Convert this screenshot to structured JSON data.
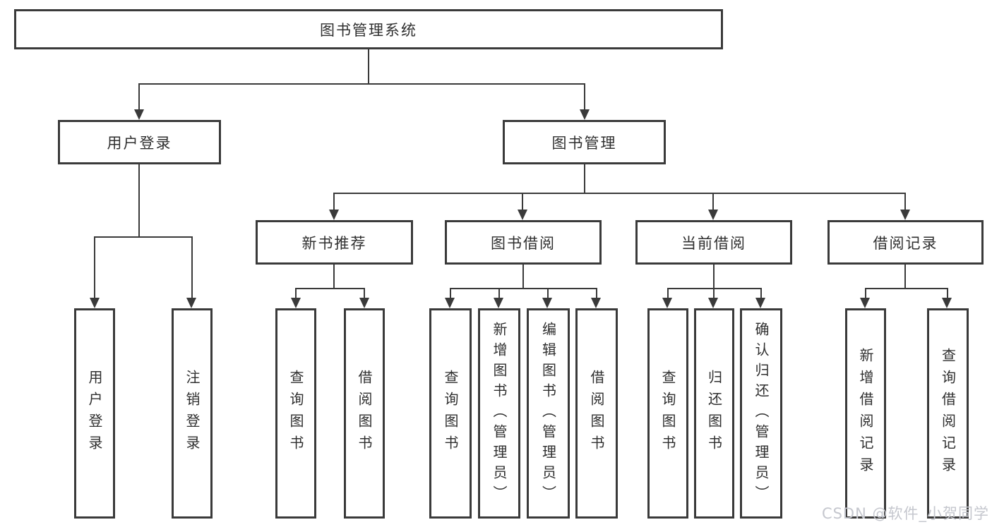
{
  "diagram": {
    "title": "图书管理系统",
    "nodes": {
      "root": "图书管理系统",
      "level2": [
        "用户登录",
        "图书管理"
      ],
      "level3": [
        "新书推荐",
        "图书借阅",
        "当前借阅",
        "借阅记录"
      ],
      "leaves_user": [
        "用户登录",
        "注销登录"
      ],
      "leaves_recommend": [
        "查询图书",
        "借阅图书"
      ],
      "leaves_borrow": [
        "查询图书",
        "新增图书（管理员）",
        "编辑图书（管理员）",
        "借阅图书"
      ],
      "leaves_current": [
        "查询图书",
        "归还图书",
        "确认归还（管理员）"
      ],
      "leaves_records": [
        "新增借阅记录",
        "查询借阅记录"
      ]
    },
    "line_color": "#3a3a3a",
    "text_color": "#2f2f2f"
  },
  "watermark": {
    "text": "CSDN @软件_小贺同学",
    "color": "#c5c7ce"
  }
}
